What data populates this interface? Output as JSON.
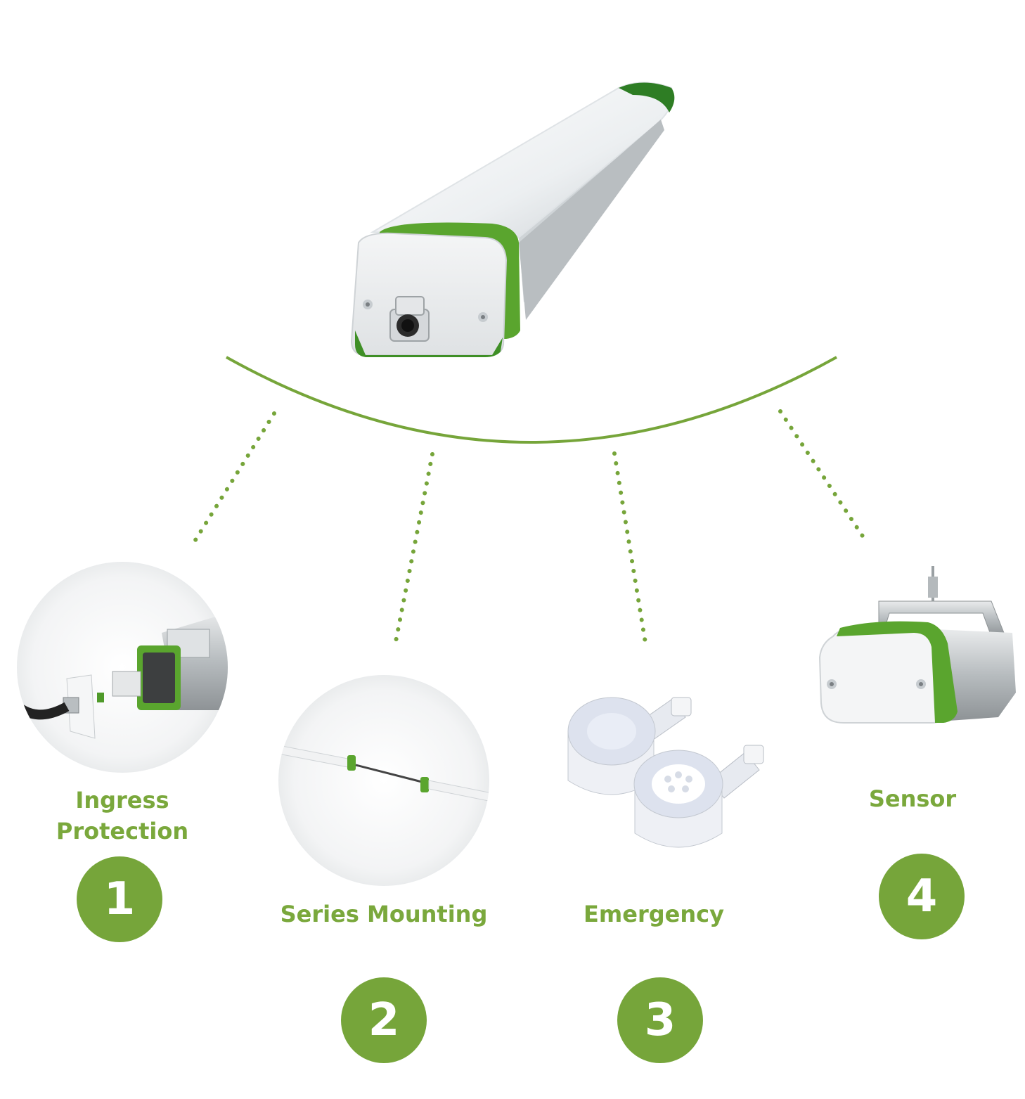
{
  "accent_color": "#76a53a",
  "main_product": {
    "icon": "led-tube-light-fixture-icon"
  },
  "features": [
    {
      "number": "1",
      "label": "Ingress Protection",
      "icon": "cable-gland-connector-icon"
    },
    {
      "number": "2",
      "label": "Series Mounting",
      "icon": "linked-fixtures-icon"
    },
    {
      "number": "3",
      "label": "Emergency",
      "icon": "emergency-light-module-icon"
    },
    {
      "number": "4",
      "label": "Sensor",
      "icon": "sensor-bracket-icon"
    }
  ]
}
